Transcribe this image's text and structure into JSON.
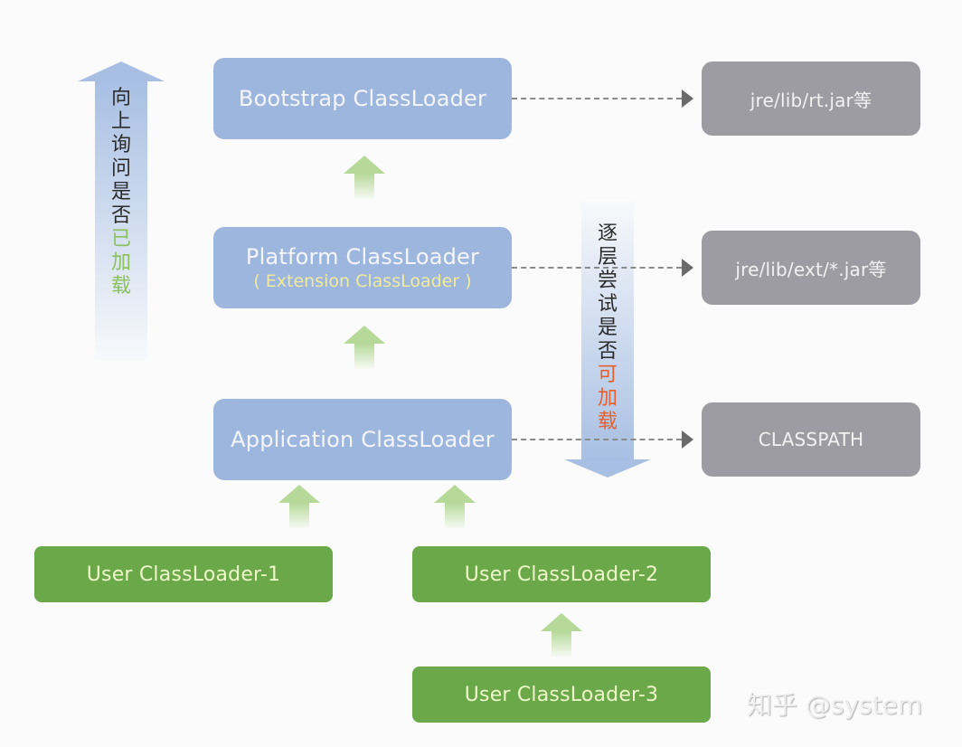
{
  "loaders": {
    "bootstrap": {
      "label": "Bootstrap ClassLoader"
    },
    "platform": {
      "label": "Platform ClassLoader",
      "sublabel": "( Extension ClassLoader )"
    },
    "application": {
      "label": "Application ClassLoader"
    },
    "user1": {
      "label": "User ClassLoader-1"
    },
    "user2": {
      "label": "User ClassLoader-2"
    },
    "user3": {
      "label": "User ClassLoader-3"
    }
  },
  "sources": {
    "bootstrap": {
      "label": "jre/lib/rt.jar等"
    },
    "platform": {
      "label": "jre/lib/ext/*.jar等"
    },
    "application": {
      "label": "CLASSPATH"
    }
  },
  "left_arrow": {
    "direction": "up",
    "text_plain": [
      "向",
      "上",
      "询",
      "问",
      "是",
      "否"
    ],
    "text_highlight": [
      "已",
      "加",
      "载"
    ],
    "highlight_color": "#8cc05e"
  },
  "right_arrow": {
    "direction": "down",
    "text_plain": [
      "逐",
      "层",
      "尝",
      "试",
      "是",
      "否"
    ],
    "text_highlight": [
      "可",
      "加",
      "载"
    ],
    "highlight_color": "#e56030"
  },
  "colors": {
    "loader_box": "#9db6de",
    "source_box": "#9d9ca2",
    "user_box": "#6aa84a",
    "delegation_arrow": "#b6d99a"
  },
  "watermark": "知乎 @system"
}
